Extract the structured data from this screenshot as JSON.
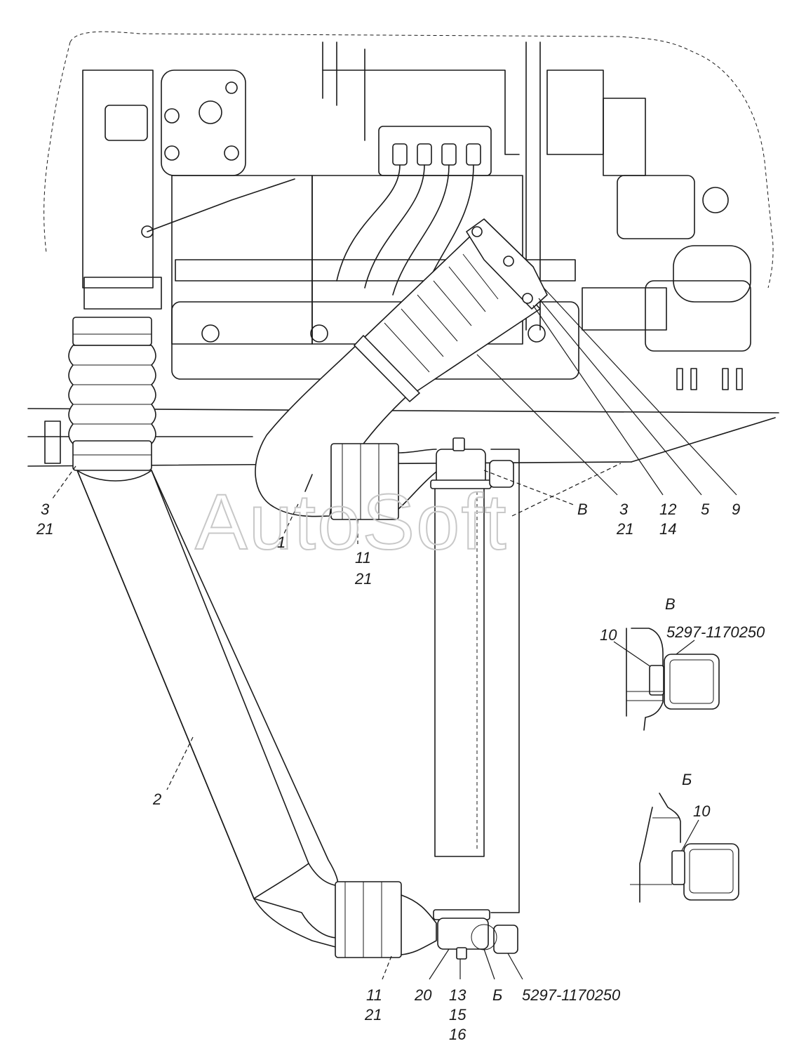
{
  "watermark": "AutoSoft",
  "callouts": {
    "c_3_21_left": [
      "3",
      "21"
    ],
    "c_1": "1",
    "c_11_21_top": [
      "11",
      "21"
    ],
    "c_B_top": "В",
    "c_3_21_right": [
      "3",
      "21"
    ],
    "c_12_14": [
      "12",
      "14"
    ],
    "c_5": "5",
    "c_9": "9",
    "c_2": "2",
    "c_11_21_bottom": [
      "11",
      "21"
    ],
    "c_20": "20",
    "c_13_15_16": [
      "13",
      "15",
      "16"
    ],
    "c_B_bottom": "Б",
    "c_part_bottom": "5297-1170250"
  },
  "detail_v": {
    "title": "В",
    "item": "10",
    "part": "5297-1170250"
  },
  "detail_b": {
    "title": "Б",
    "item": "10"
  }
}
